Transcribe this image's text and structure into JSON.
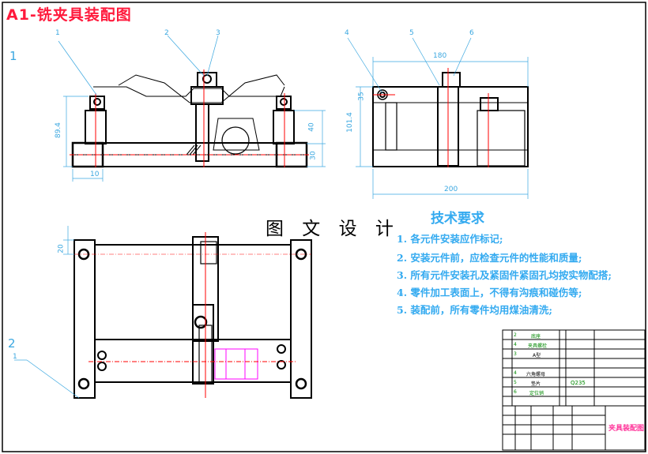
{
  "title": "A1-铣夹具装配图",
  "watermark": "图 文 设 计",
  "requirements": {
    "heading": "技术要求",
    "items": [
      "1. 各元件安装应作标记;",
      "2. 安装元件前，应检查元件的性能和质量;",
      "3. 所有元件安装孔及紧固件紧固孔均按实物配搭;",
      "4. 零件加工表面上，不得有沟痕和碰伤等;",
      "5. 装配前，所有零件均用煤油清洗;"
    ]
  },
  "view_labels": [
    "1",
    "2"
  ],
  "balloons": [
    "1",
    "2",
    "3",
    "4",
    "5",
    "6",
    "1"
  ],
  "dimensions": {
    "front": [
      "89.4",
      "10",
      "40",
      "30"
    ],
    "side": [
      "180",
      "101.4",
      "200",
      "35"
    ],
    "top": [
      "20"
    ]
  },
  "title_block": {
    "rows": [
      {
        "no": "2",
        "name": "底座"
      },
      {
        "no": "4",
        "name": "夹具螺栓"
      },
      {
        "no": "3",
        "name": "A型"
      },
      {
        "no": "4",
        "name": "六角螺母"
      },
      {
        "no": "5",
        "name": "垫片"
      },
      {
        "no": "6",
        "name": "定位销"
      }
    ],
    "material": "Q235",
    "drawing_name": "夹具装配图"
  },
  "colors": {
    "title": "#ff1a3c",
    "requirements": "#33aaf0",
    "outline": "#000000",
    "centerline": "#ff0000",
    "dimension": "#3aa7e0",
    "hidden": "#ff00ff"
  }
}
